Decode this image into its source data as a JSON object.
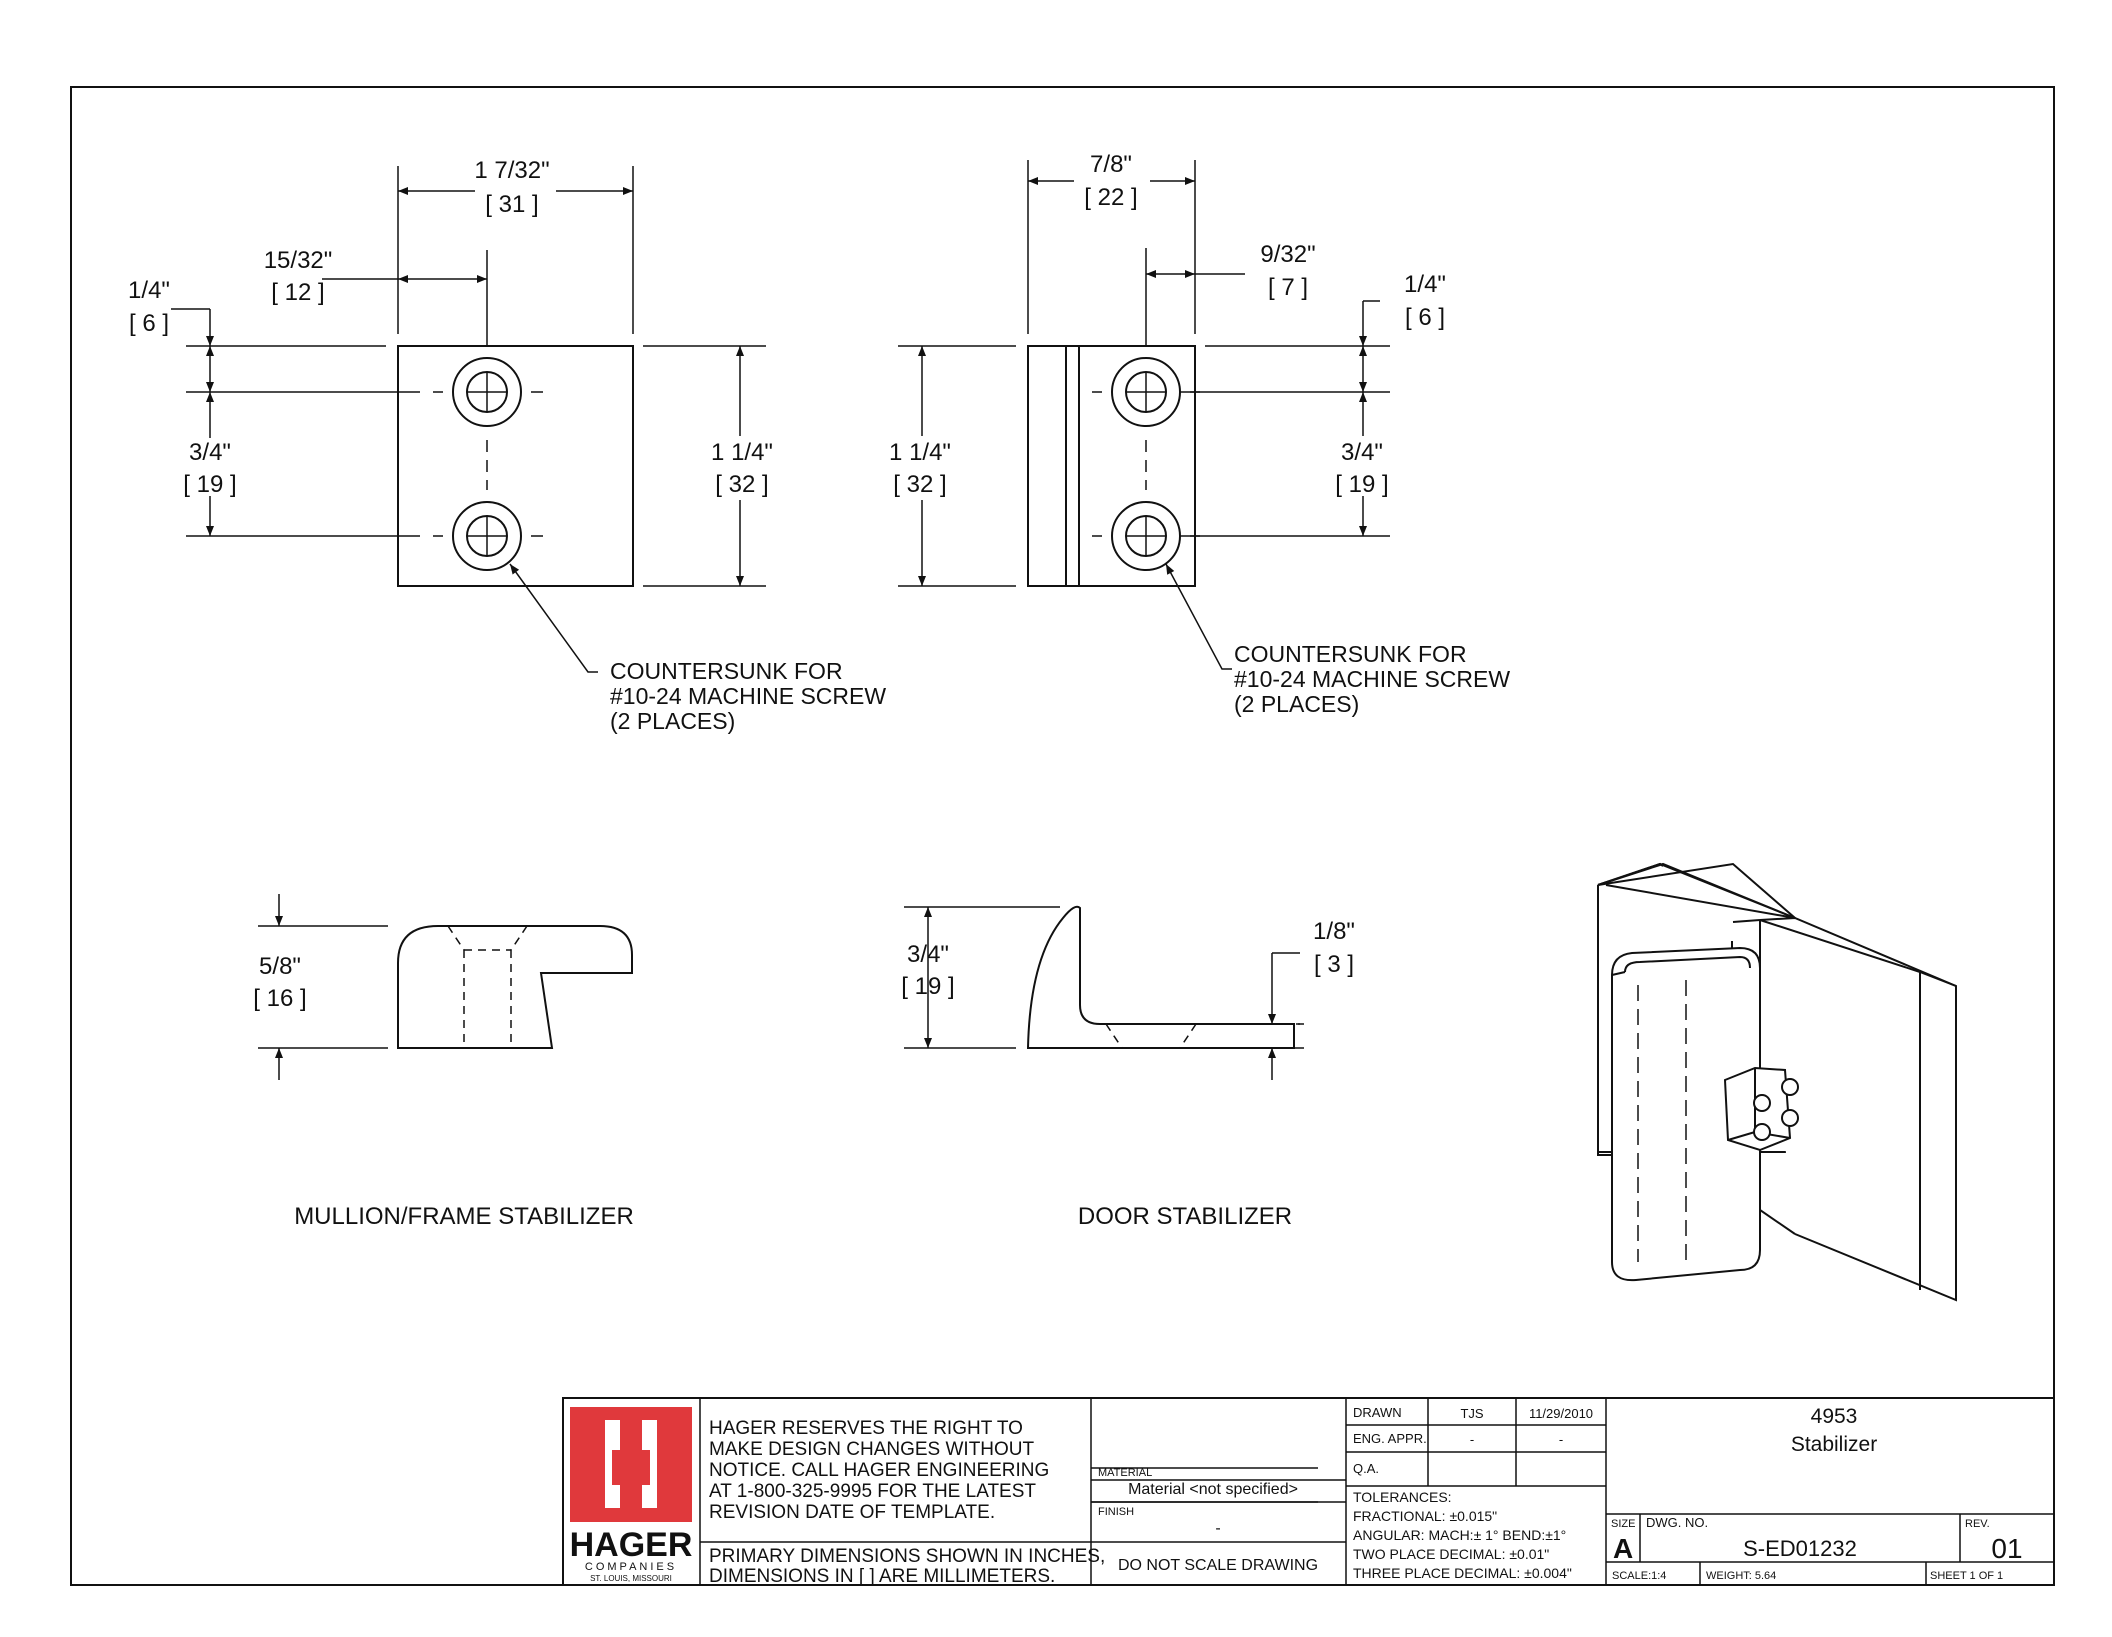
{
  "views": {
    "mullion_front": {
      "width_frac": "1 7/32\"",
      "width_mm": "31",
      "hole_offset_frac": "15/32\"",
      "hole_offset_mm": "12",
      "top_frac": "1/4\"",
      "top_mm": "6",
      "spacing_frac": "3/4\"",
      "spacing_mm": "19",
      "height_frac": "1 1/4\"",
      "height_mm": "32"
    },
    "door_front": {
      "width_frac": "7/8\"",
      "width_mm": "22",
      "hole_offset_frac": "9/32\"",
      "hole_offset_mm": "7",
      "top_frac": "1/4\"",
      "top_mm": "6",
      "spacing_frac": "3/4\"",
      "spacing_mm": "19",
      "height_frac": "1 1/4\"",
      "height_mm": "32"
    },
    "mullion_side": {
      "height_frac": "5/8\"",
      "height_mm": "16"
    },
    "door_side": {
      "height_frac": "3/4\"",
      "height_mm": "19",
      "thick_frac": "1/8\"",
      "thick_mm": "3"
    }
  },
  "notes": {
    "countersunk": [
      "COUNTERSUNK FOR",
      "#10-24 MACHINE SCREW",
      "(2 PLACES)"
    ]
  },
  "captions": {
    "mullion": "MULLION/FRAME STABILIZER",
    "door": "DOOR STABILIZER"
  },
  "title_block": {
    "logo": "HAGER",
    "logo_sub1": "COMPANIES",
    "logo_sub2": "ST. LOUIS, MISSOURI",
    "notice": [
      "HAGER RESERVES THE RIGHT TO",
      "MAKE DESIGN CHANGES WITHOUT",
      "NOTICE.  CALL HAGER ENGINEERING",
      "AT 1-800-325-9995 FOR THE LATEST",
      "REVISION DATE OF TEMPLATE."
    ],
    "dims_note": [
      "PRIMARY DIMENSIONS SHOWN IN INCHES,",
      "DIMENSIONS IN [ ] ARE MILLIMETERS."
    ],
    "material_label": "MATERIAL",
    "material_value": "Material <not specified>",
    "finish_label": "FINISH",
    "finish_value": "-",
    "do_not_scale": "DO NOT SCALE DRAWING",
    "drawn_label": "DRAWN",
    "drawn_by": "TJS",
    "drawn_date": "11/29/2010",
    "eng_label": "ENG. APPR.",
    "eng_by": "-",
    "eng_date": "-",
    "qa_label": "Q.A.",
    "tolerances": [
      "TOLERANCES:",
      "FRACTIONAL: ±0.015\"",
      "ANGULAR: MACH:± 1° BEND:±1°",
      "TWO PLACE DECIMAL: ±0.01\"",
      "THREE PLACE DECIMAL: ±0.004\""
    ],
    "part_number": "4953",
    "part_name": "Stabilizer",
    "size_label": "SIZE",
    "size": "A",
    "dwg_label": "DWG. NO.",
    "dwg_no": "S-ED01232",
    "rev_label": "REV.",
    "rev": "01",
    "scale": "SCALE:1:4",
    "weight": "WEIGHT: 5.64",
    "sheet": "SHEET 1 OF 1"
  },
  "colors": {
    "logo_red": "#e0393c",
    "line": "#111111"
  }
}
